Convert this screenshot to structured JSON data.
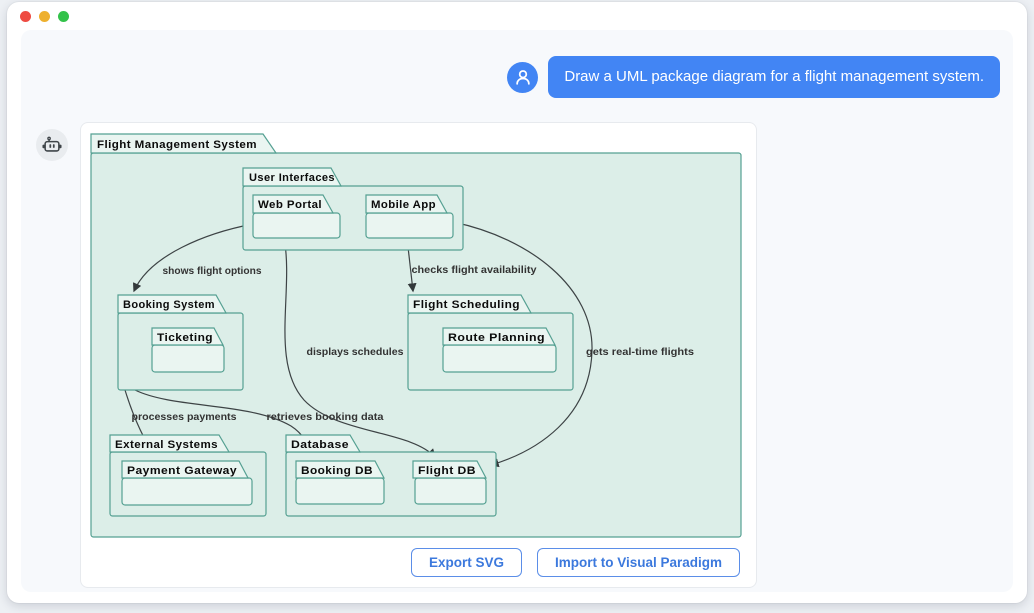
{
  "window": {
    "traffic_lights": {
      "close": "#ee4b42",
      "minimize": "#eeb02e",
      "zoom": "#33c24a"
    }
  },
  "chat": {
    "user_message": "Draw a UML package diagram for a flight management system.",
    "icons": {
      "user": "person-icon",
      "bot": "robot-icon"
    }
  },
  "diagram": {
    "root": "Flight Management System",
    "packages": [
      {
        "name": "User Interfaces"
      },
      {
        "name": "Web Portal"
      },
      {
        "name": "Mobile App"
      },
      {
        "name": "Booking System"
      },
      {
        "name": "Ticketing"
      },
      {
        "name": "Flight Scheduling"
      },
      {
        "name": "Route Planning"
      },
      {
        "name": "External Systems"
      },
      {
        "name": "Payment Gateway"
      },
      {
        "name": "Database"
      },
      {
        "name": "Booking DB"
      },
      {
        "name": "Flight DB"
      }
    ],
    "edges": [
      {
        "from": "Web Portal",
        "to": "Booking System",
        "label": "shows flight options"
      },
      {
        "from": "Mobile App",
        "to": "Flight Scheduling",
        "label": "checks flight availability"
      },
      {
        "from": "Web Portal",
        "to": "Flight DB",
        "label": "displays schedules"
      },
      {
        "from": "Mobile App",
        "to": "Flight DB",
        "label": "gets real-time flights"
      },
      {
        "from": "Booking System",
        "to": "Payment Gateway",
        "label": "processes payments"
      },
      {
        "from": "Booking System",
        "to": "Booking DB",
        "label": "retrieves booking data"
      }
    ],
    "colors": {
      "fill": "#dceee8",
      "tab_fill": "#eaf5f1",
      "stroke": "#55a092",
      "edge": "#3d4345"
    }
  },
  "actions": {
    "export_svg": "Export SVG",
    "import_vp": "Import to Visual Paradigm"
  },
  "theme": {
    "accent": "#4285f4",
    "panel_bg": "#f7f9fc",
    "button_border": "#5b8ee8"
  }
}
